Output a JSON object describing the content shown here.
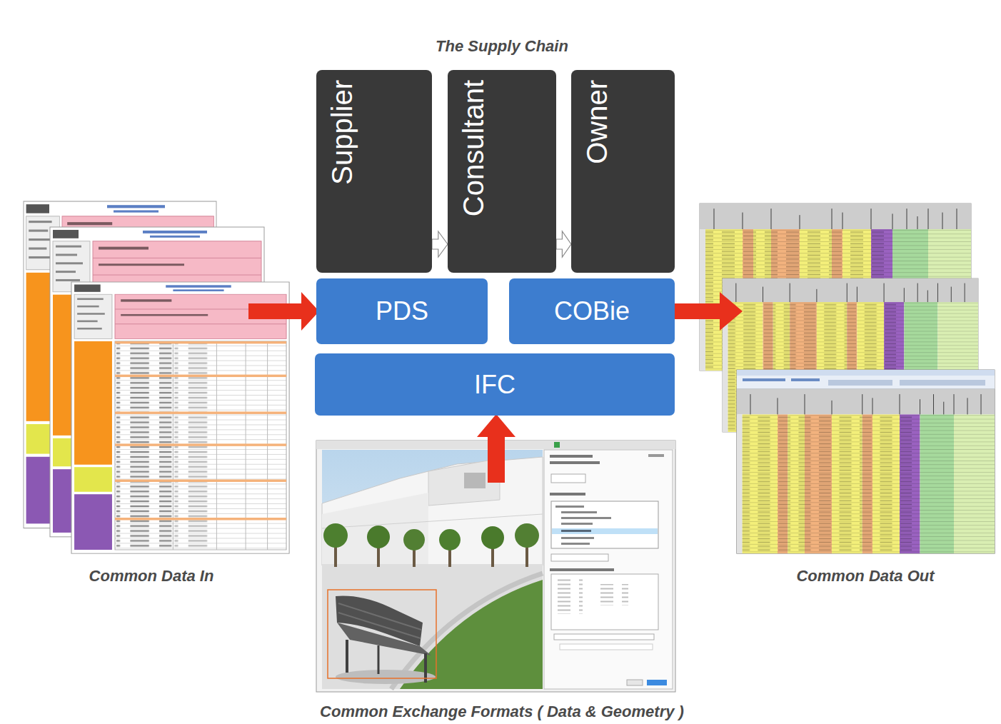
{
  "diagram": {
    "title": "The Supply Chain",
    "nodes": [
      {
        "text": [
          "Supplier"
        ]
      },
      {
        "text": [
          "Consultant"
        ]
      },
      {
        "text": [
          "Owner"
        ]
      },
      {
        "text": [
          "PDS"
        ]
      },
      {
        "text": [
          "COBie"
        ]
      },
      {
        "text": [
          "IFC"
        ]
      }
    ],
    "edges": [
      {
        "from": 0,
        "to": 1,
        "arrow": "to"
      },
      {
        "from": 1,
        "to": 2,
        "arrow": "to"
      }
    ],
    "labels": [
      "Common Data In",
      "Common Data Out",
      "Common Exchange Formats ( Data & Geometry )"
    ]
  }
}
